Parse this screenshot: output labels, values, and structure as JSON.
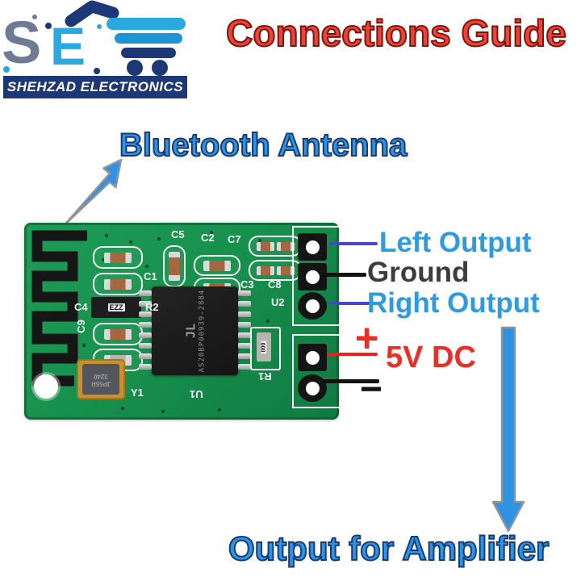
{
  "logo": {
    "letter_s": "S",
    "letter_e": "E",
    "banner": "SHEHZAD ELECTRONICS"
  },
  "title": "Connections Guide",
  "labels": {
    "antenna": "Bluetooth Antenna",
    "left_output": "Left Output",
    "ground": "Ground",
    "right_output": "Right Output",
    "plus": "+",
    "supply": "5V DC",
    "minus": "−",
    "amplifier": "Output for Amplifier"
  },
  "pcb": {
    "silkscreen": {
      "c1": "C1",
      "c2": "C2",
      "c3": "C3",
      "c4": "C4",
      "c5": "C5",
      "c7": "C7",
      "c8": "C8",
      "c9": "C9",
      "r1": "R1",
      "r2": "R2",
      "u1": "U1",
      "u2": "U2",
      "y1": "Y1"
    },
    "ic": {
      "logo": "JL",
      "marking": "AS20BP00939-2884"
    },
    "crystal": {
      "line1": "3240",
      "line2": "JP55R"
    },
    "r2_marking": "EZZ",
    "r1_marking": "000"
  },
  "colors": {
    "blue_text": "#2796e8",
    "blue_outline": "#1b3a74",
    "red_text": "#ef4136",
    "wire_signal": "#4646d0",
    "wire_positive": "#ec1f1a",
    "wire_ground": "#111111",
    "pcb_green": "#17914e",
    "banner_navy": "#1c3876",
    "arrow_blue": "#2e93e3"
  }
}
